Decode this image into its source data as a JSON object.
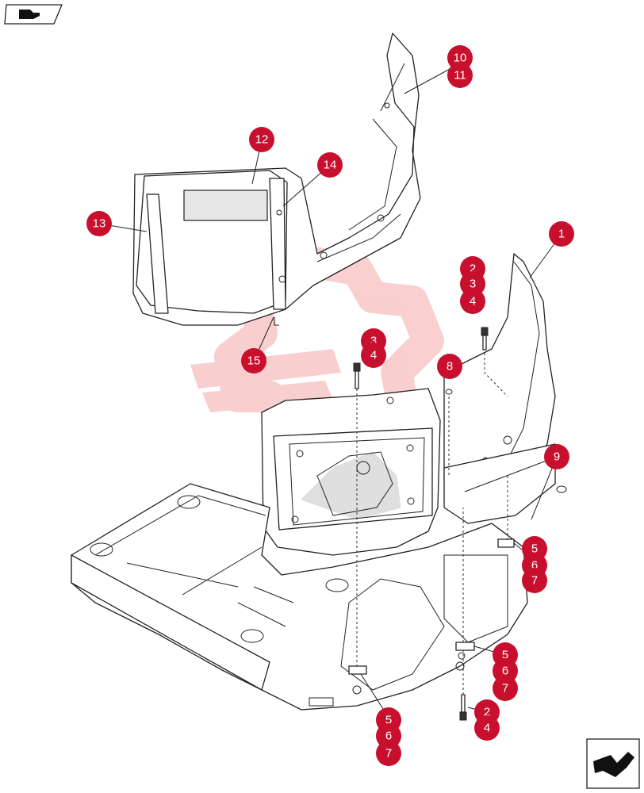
{
  "diagram": {
    "callouts": [
      {
        "id": "c1",
        "label": "1"
      },
      {
        "id": "c2a",
        "label": "2"
      },
      {
        "id": "c3a",
        "label": "3"
      },
      {
        "id": "c4a",
        "label": "4"
      },
      {
        "id": "c3b",
        "label": "3"
      },
      {
        "id": "c4b",
        "label": "4"
      },
      {
        "id": "c5a",
        "label": "5"
      },
      {
        "id": "c6a",
        "label": "6"
      },
      {
        "id": "c7a",
        "label": "7"
      },
      {
        "id": "c5b",
        "label": "5"
      },
      {
        "id": "c6b",
        "label": "6"
      },
      {
        "id": "c7b",
        "label": "7"
      },
      {
        "id": "c2b",
        "label": "2"
      },
      {
        "id": "c4c",
        "label": "4"
      },
      {
        "id": "c5c",
        "label": "5"
      },
      {
        "id": "c6c",
        "label": "6"
      },
      {
        "id": "c7c",
        "label": "7"
      },
      {
        "id": "c8",
        "label": "8"
      },
      {
        "id": "c9",
        "label": "9"
      },
      {
        "id": "c10",
        "label": "10"
      },
      {
        "id": "c11",
        "label": "11"
      },
      {
        "id": "c12",
        "label": "12"
      },
      {
        "id": "c13",
        "label": "13"
      },
      {
        "id": "c14",
        "label": "14"
      },
      {
        "id": "c15",
        "label": "15"
      }
    ],
    "callout_color": "#c8102e",
    "watermark_color": "#f4a7a7"
  },
  "icons": {
    "top_left": "back-arrow-icon",
    "bottom_right": "turn-page-icon"
  }
}
